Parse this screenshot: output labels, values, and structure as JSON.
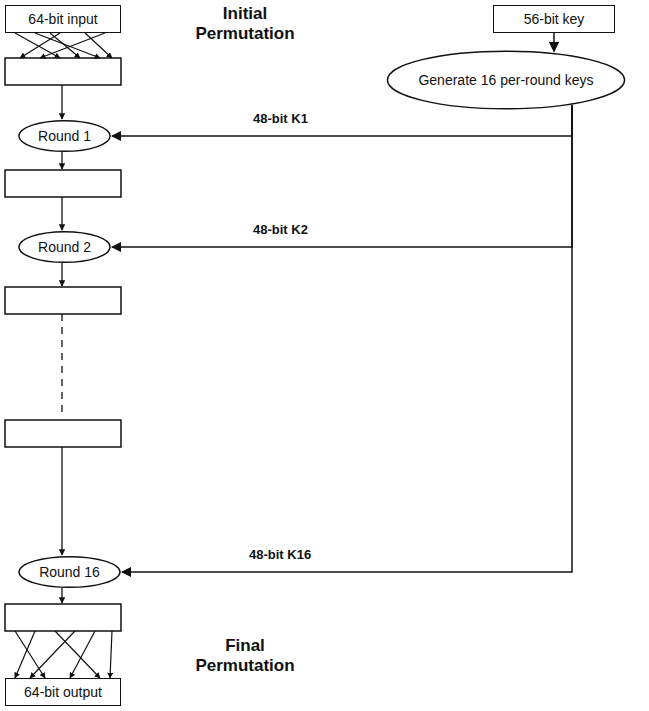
{
  "diagram": {
    "nodes": [
      {
        "text": [
          "64-bit input"
        ]
      },
      {
        "text": [
          "56-bit key"
        ]
      },
      {
        "text": [
          "Generate 16 per-round keys"
        ]
      },
      {
        "text": [
          "Round 1"
        ]
      },
      {
        "text": [
          "Round 2"
        ]
      },
      {
        "text": [
          "Round 16"
        ]
      },
      {
        "text": [
          "64-bit output"
        ]
      }
    ],
    "edges": [
      {
        "from": 1,
        "to": 2,
        "arrow": "to"
      },
      {
        "from": 2,
        "to": 3,
        "label": "48-bit K1",
        "arrow": "to"
      },
      {
        "from": 2,
        "to": 4,
        "label": "48-bit K2",
        "arrow": "to"
      },
      {
        "from": 2,
        "to": 5,
        "label": "48-bit K16",
        "arrow": "to"
      }
    ],
    "labels": [
      "Initial Permutation",
      "Final Permutation"
    ]
  }
}
